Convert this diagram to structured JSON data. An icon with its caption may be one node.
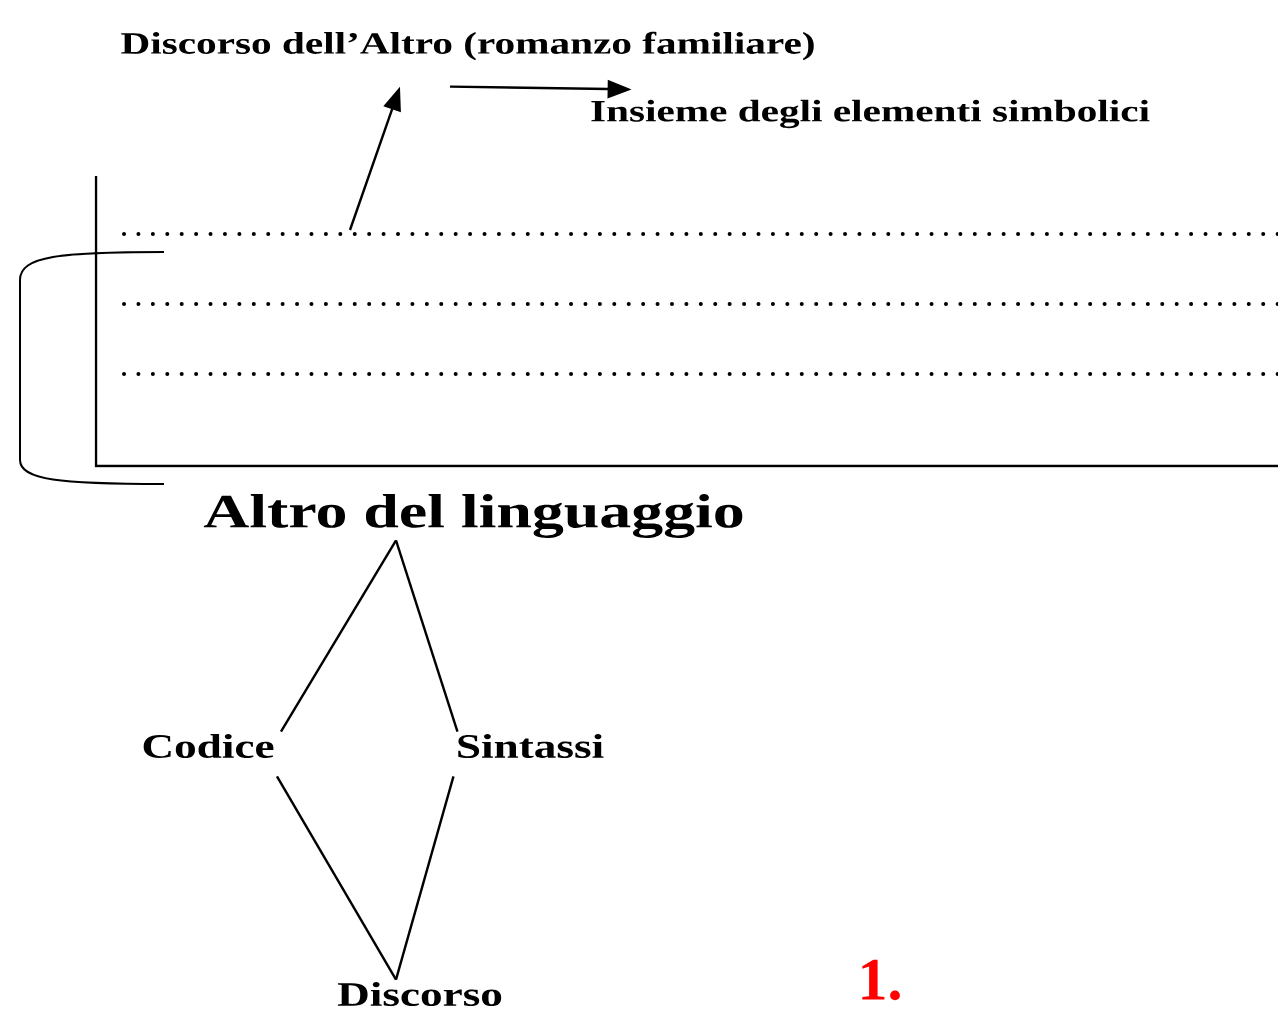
{
  "diagram": {
    "nodes": [
      {
        "text": [
          "Discorso dell’Altro (romanzo familiare)"
        ]
      },
      {
        "text": [
          "Insieme degli elementi simbolici"
        ]
      },
      {
        "text": [
          "Altro del linguaggio"
        ]
      },
      {
        "text": [
          "Codice"
        ]
      },
      {
        "text": [
          "Sintassi"
        ]
      },
      {
        "text": [
          "Discorso"
        ]
      }
    ],
    "edges": [
      {
        "from": null,
        "to": 0,
        "arrow": "to"
      },
      {
        "from": 0,
        "to": 1,
        "arrow": "to"
      },
      {
        "from": 2,
        "to": 3,
        "arrow": "none"
      },
      {
        "from": 2,
        "to": 4,
        "arrow": "none"
      },
      {
        "from": 3,
        "to": 5,
        "arrow": "none"
      },
      {
        "from": 4,
        "to": 5,
        "arrow": "none"
      }
    ],
    "labels": [
      "1."
    ]
  }
}
